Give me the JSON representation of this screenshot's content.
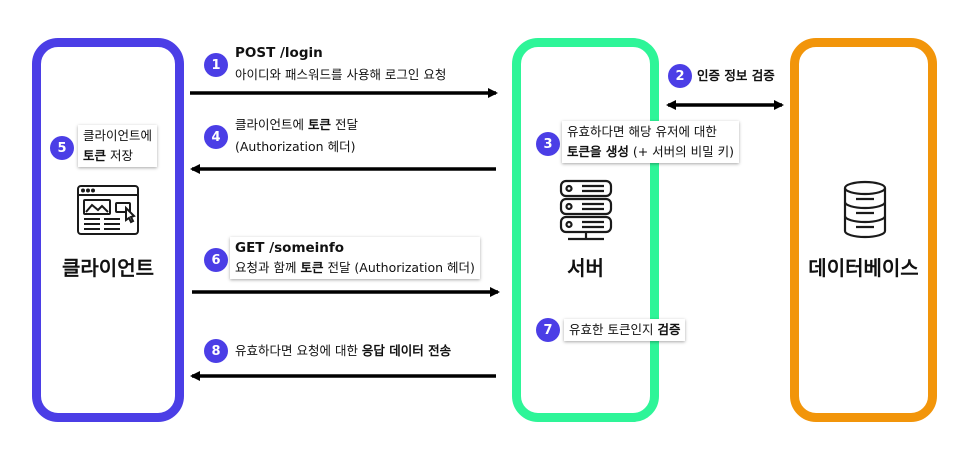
{
  "entities": {
    "client": "클라이언트",
    "server": "서버",
    "database": "데이터베이스"
  },
  "steps": {
    "s1": {
      "num": "1",
      "line1": "POST /login",
      "line2": "아이디와 패스워드를 사용해 로그인 요청"
    },
    "s2": {
      "num": "2",
      "text": "인증 정보 검증"
    },
    "s3": {
      "num": "3",
      "line1": "유효하다면 해당 유저에 대한",
      "line2_bold": "토큰을 생성",
      "line2_rest": " (+ 서버의 비밀 키)"
    },
    "s4": {
      "num": "4",
      "line1_pre": "클라이언트에 ",
      "line1_bold": "토큰",
      "line1_post": " 전달",
      "line2": "(Authorization 헤더)"
    },
    "s5": {
      "num": "5",
      "line1": "클라이언트에",
      "line2_bold": "토큰",
      "line2_rest": " 저장"
    },
    "s6": {
      "num": "6",
      "line1": "GET /someinfo",
      "line2_pre": "요청과 함께 ",
      "line2_bold": "토큰",
      "line2_post": " 전달 (Authorization 헤더)"
    },
    "s7": {
      "num": "7",
      "text_pre": "유효한 토큰인지 ",
      "text_bold": "검증"
    },
    "s8": {
      "num": "8",
      "text_pre": "유효하다면 요청에 대한 ",
      "text_bold": "응답 데이터 전송"
    }
  },
  "colors": {
    "client_border": "#4b3ee6",
    "server_border": "#2ef598",
    "database_border": "#f2950a",
    "badge": "#4b3ee6",
    "arrow": "#000000"
  },
  "icons": {
    "client": "browser-window-icon",
    "server": "server-rack-icon",
    "database": "database-cylinder-icon"
  }
}
